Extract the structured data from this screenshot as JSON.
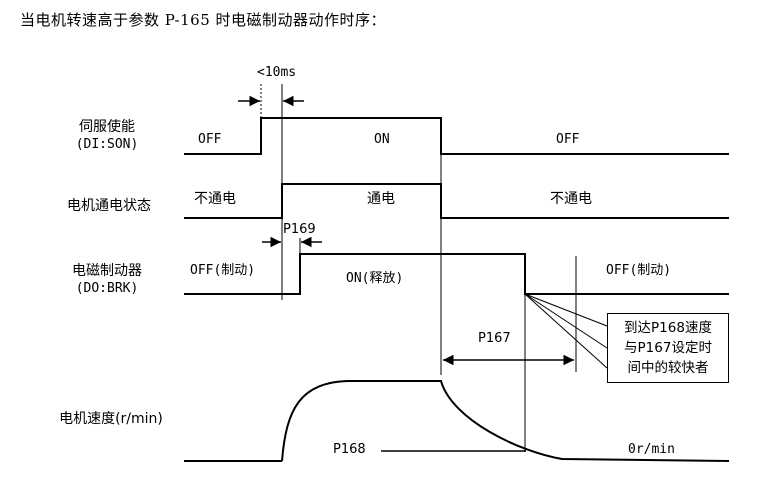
{
  "title": "当电机转速高于参数 P-165 时电磁制动器动作时序：",
  "signals": {
    "servo_enable": {
      "name": "伺服使能",
      "code": "(DI:SON)",
      "states": [
        "OFF",
        "ON",
        "OFF"
      ]
    },
    "motor_power": {
      "name": "电机通电状态",
      "states": [
        "不通电",
        "通电",
        "不通电"
      ]
    },
    "brake": {
      "name": "电磁制动器",
      "code": "(DO:BRK)",
      "states": [
        "OFF(制动)",
        "ON(释放)",
        "OFF(制动)"
      ]
    },
    "speed": {
      "name": "电机速度(r/min)",
      "level_label": "P168",
      "zero_label": "0r/min"
    }
  },
  "timings": {
    "t1": "<10ms",
    "t2": "P169",
    "t3": "P167"
  },
  "note": {
    "lines": [
      "到达P168速度",
      "与P167设定时",
      "间中的较快者"
    ]
  }
}
